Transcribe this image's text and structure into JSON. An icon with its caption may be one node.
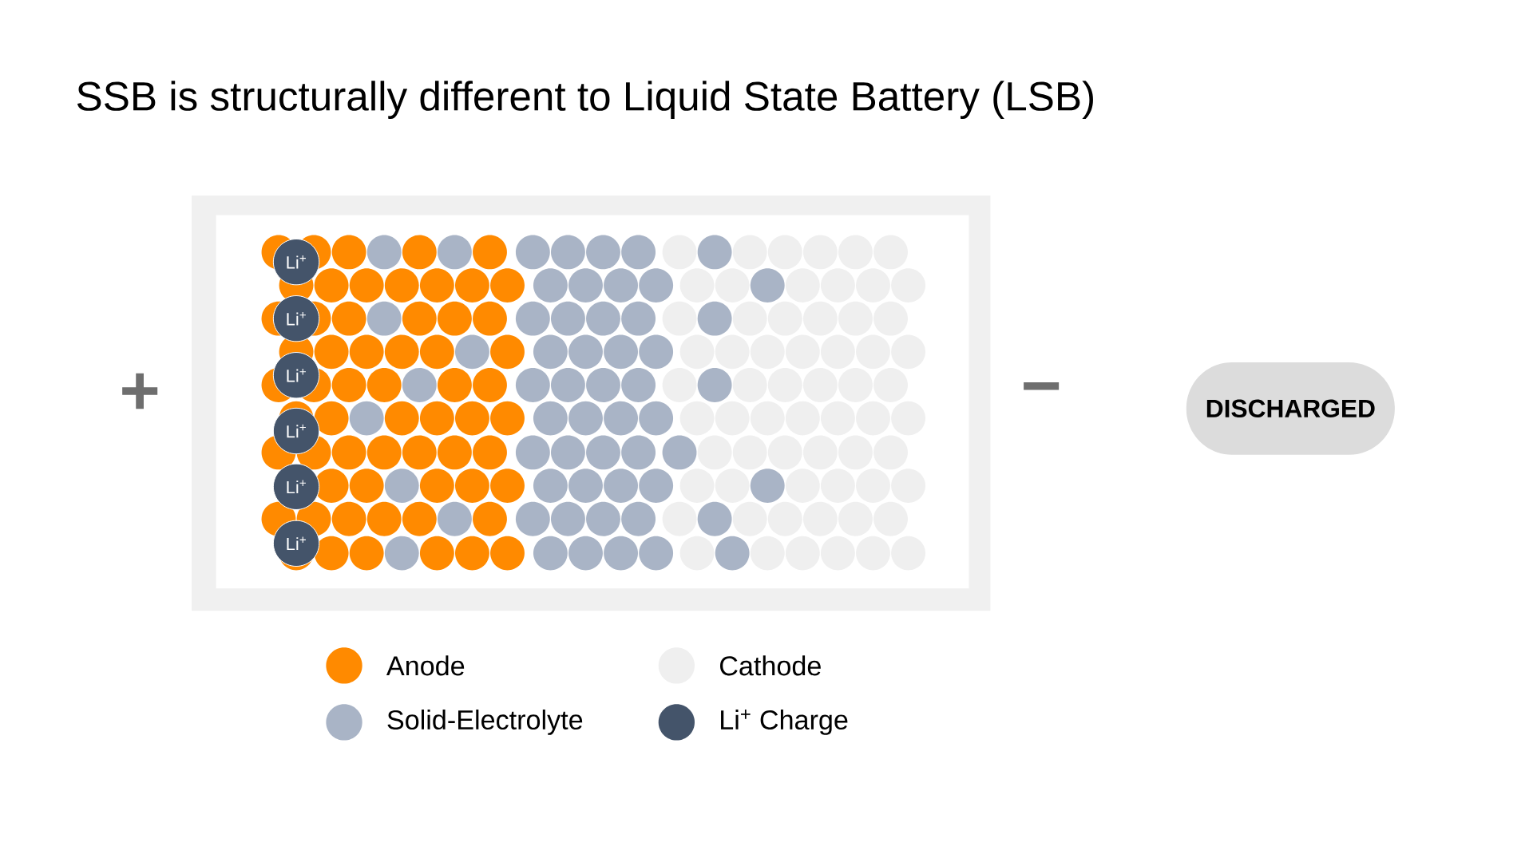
{
  "diagram": {
    "title": "SSB is structurally different to Liquid State Battery (LSB)",
    "nodes": [
      {
        "text": [
          "Li$^{+}$"
        ]
      },
      {
        "text": [
          "Li$^{+}$"
        ]
      },
      {
        "text": [
          "Li$^{+}$"
        ]
      },
      {
        "text": [
          "Li$^{+}$"
        ]
      },
      {
        "text": [
          "Li$^{+}$"
        ]
      },
      {
        "text": [
          "Li$^{+}$"
        ]
      },
      {
        "text": [
          "DISCHARGED"
        ]
      }
    ],
    "labels": [
      "+",
      "−"
    ],
    "legend": [
      {
        "text": "Anode",
        "color": "#ff8a00"
      },
      {
        "text": "Cathode",
        "color": "#efefef"
      },
      {
        "text": "Solid-Electrolyte",
        "color": "#a9b4c6"
      },
      {
        "text": "Li$^{+}$ Charge",
        "color": "#44546a"
      }
    ]
  }
}
